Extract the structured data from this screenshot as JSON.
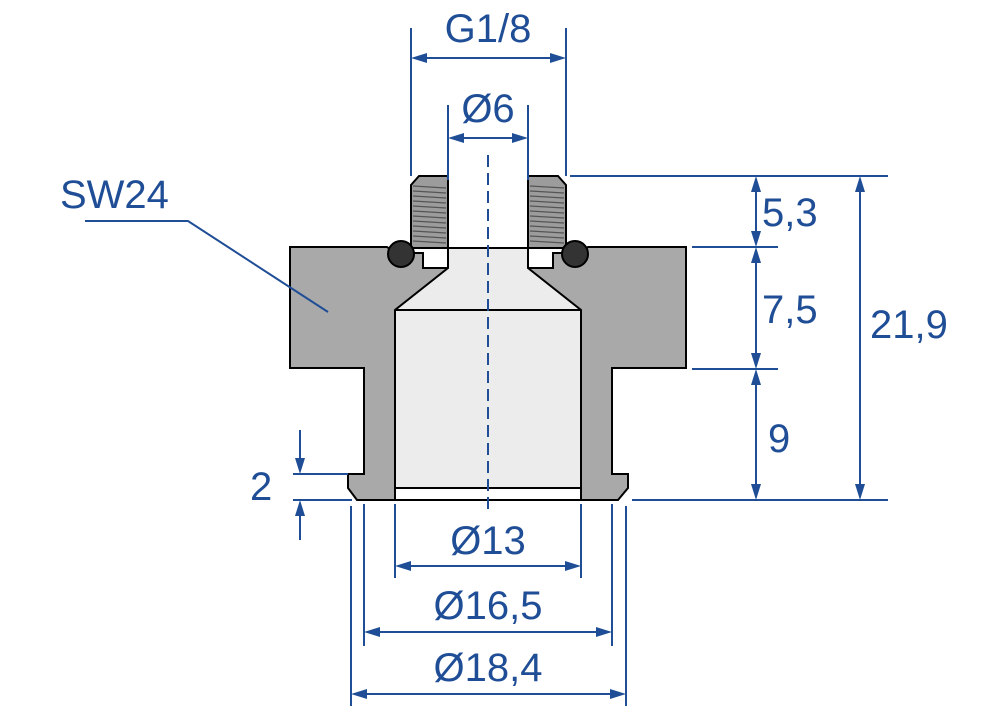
{
  "labels": {
    "thread": "G1/8",
    "bore_top": "Ø6",
    "wrench_size": "SW24",
    "h1": "5,3",
    "h2": "7,5",
    "h3": "9",
    "total_height": "21,9",
    "collar": "2",
    "d1": "Ø13",
    "d2": "Ø16,5",
    "d3": "Ø18,4"
  },
  "colors": {
    "dimension": "#1f4e96",
    "body": "#a9a9a9",
    "bore": "#ececec",
    "oring": "#333333"
  }
}
